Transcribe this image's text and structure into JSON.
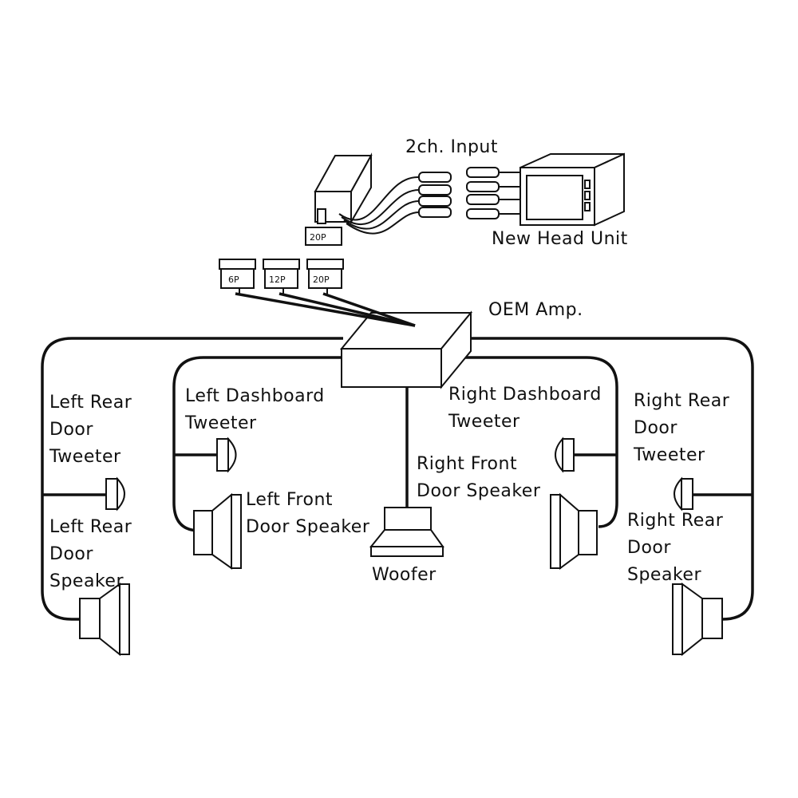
{
  "diagram": {
    "colors": {
      "line": "#111111",
      "background": "#ffffff"
    },
    "components": {
      "input_label": "2ch. Input",
      "head_unit": "New Head Unit",
      "oem_amp": "OEM Amp.",
      "woofer": "Woofer",
      "connectors": {
        "top": "20P",
        "c1": "6P",
        "c2": "12P",
        "c3": "20P"
      }
    },
    "speakers": {
      "left_rear_tweeter": "Left Rear\nDoor\nTweeter",
      "left_rear_speaker": "Left Rear\nDoor\nSpeaker",
      "left_dash_tweeter": "Left Dashboard\nTweeter",
      "left_front_speaker": "Left Front\nDoor Speaker",
      "right_dash_tweeter": "Right Dashboard\nTweeter",
      "right_front_speaker": "Right Front\nDoor Speaker",
      "right_rear_tweeter": "Right Rear\nDoor\nTweeter",
      "right_rear_speaker": "Right Rear\nDoor\nSpeaker"
    }
  }
}
